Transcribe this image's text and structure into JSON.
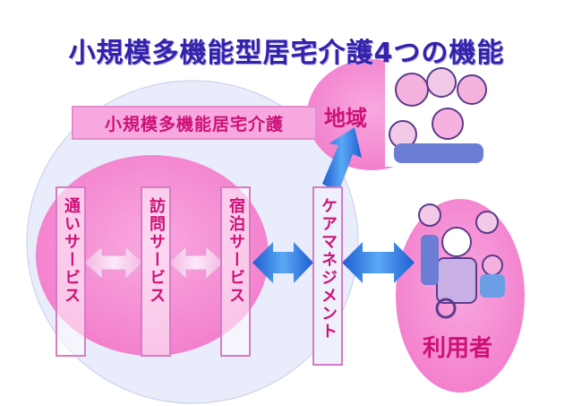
{
  "title": "小規模多機能型居宅介護4つの機能",
  "inner_title": "小規模多機能居宅介護",
  "services": [
    {
      "label": "通いサービス"
    },
    {
      "label": "訪問サービス"
    },
    {
      "label": "宿泊サービス"
    }
  ],
  "care_management": "ケアマネジメント",
  "region_label": "地域",
  "user_label": "利用者",
  "colors": {
    "title": "#3322aa",
    "label": "#cc1177",
    "pink_fill": "#f58ed3",
    "pale_fill": "#e9ecfa",
    "blue_arrow": "#1e6fd9",
    "pale_arrow": "#f5c7ea"
  }
}
